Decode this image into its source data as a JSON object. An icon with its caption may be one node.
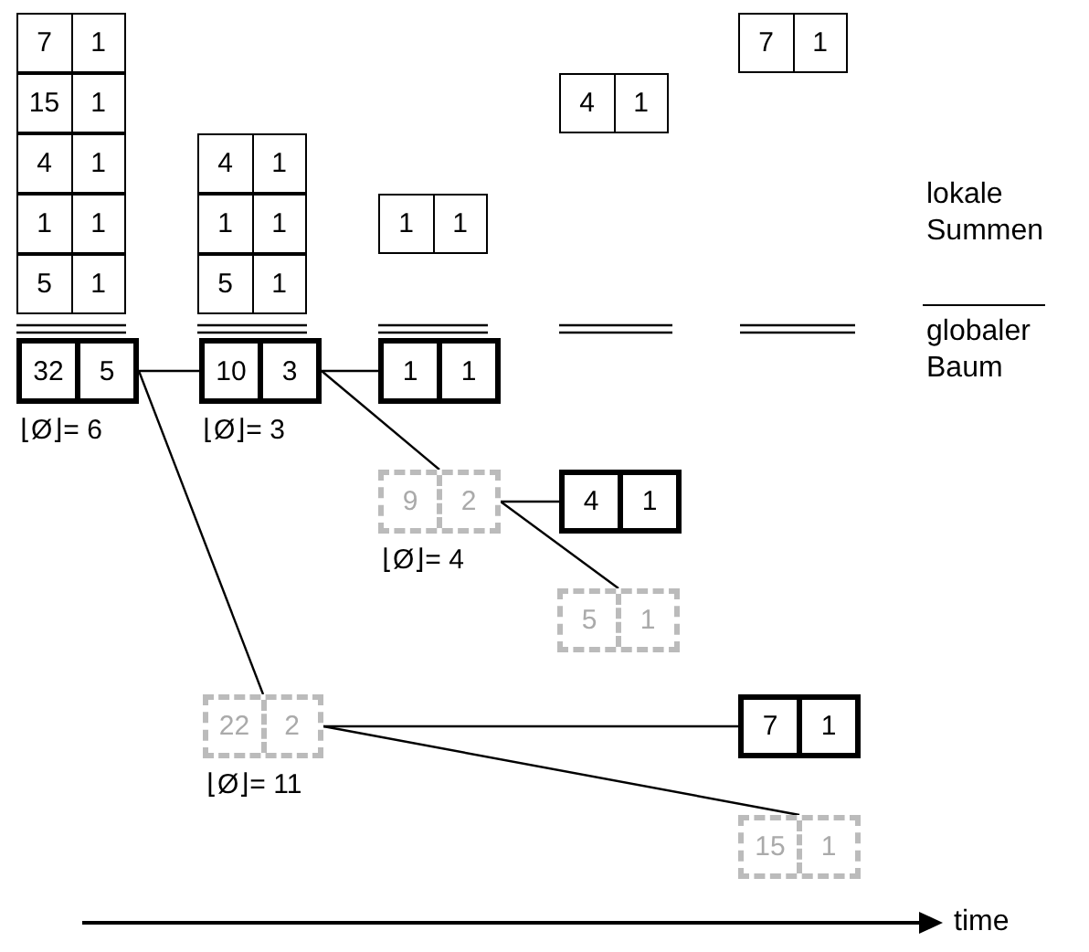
{
  "diagram": {
    "nodes": [
      {
        "text": [
          "7",
          "1"
        ]
      },
      {
        "text": [
          "15",
          "1"
        ]
      },
      {
        "text": [
          "4",
          "1"
        ]
      },
      {
        "text": [
          "1",
          "1"
        ]
      },
      {
        "text": [
          "5",
          "1"
        ]
      },
      {
        "text": [
          "4",
          "1"
        ]
      },
      {
        "text": [
          "1",
          "1"
        ]
      },
      {
        "text": [
          "5",
          "1"
        ]
      },
      {
        "text": [
          "1",
          "1"
        ]
      },
      {
        "text": [
          "4",
          "1"
        ]
      },
      {
        "text": [
          "7",
          "1"
        ]
      },
      {
        "text": [
          "32",
          "5"
        ],
        "beside": [
          "⌊Ø⌋= 6"
        ]
      },
      {
        "text": [
          "10",
          "3"
        ],
        "beside": [
          "⌊Ø⌋= 3"
        ]
      },
      {
        "text": [
          "1",
          "1"
        ]
      },
      {
        "text": [
          "9",
          "2"
        ],
        "beside": [
          "⌊Ø⌋= 4"
        ]
      },
      {
        "text": [
          "4",
          "1"
        ]
      },
      {
        "text": [
          "5",
          "1"
        ]
      },
      {
        "text": [
          "22",
          "2"
        ],
        "beside": [
          "⌊Ø⌋= 11"
        ]
      },
      {
        "text": [
          "7",
          "1"
        ]
      },
      {
        "text": [
          "15",
          "1"
        ]
      }
    ],
    "edges": [
      {
        "from": 11,
        "to": 12,
        "arrow": "none"
      },
      {
        "from": 11,
        "to": 17,
        "arrow": "none"
      },
      {
        "from": 12,
        "to": 13,
        "arrow": "none"
      },
      {
        "from": 12,
        "to": 14,
        "arrow": "none"
      },
      {
        "from": 14,
        "to": 15,
        "arrow": "none"
      },
      {
        "from": 14,
        "to": 16,
        "arrow": "none"
      },
      {
        "from": 17,
        "to": 18,
        "arrow": "none"
      },
      {
        "from": 17,
        "to": 19,
        "arrow": "none"
      }
    ],
    "labels": [
      "lokale Summen",
      "globaler Baum",
      "time"
    ]
  }
}
